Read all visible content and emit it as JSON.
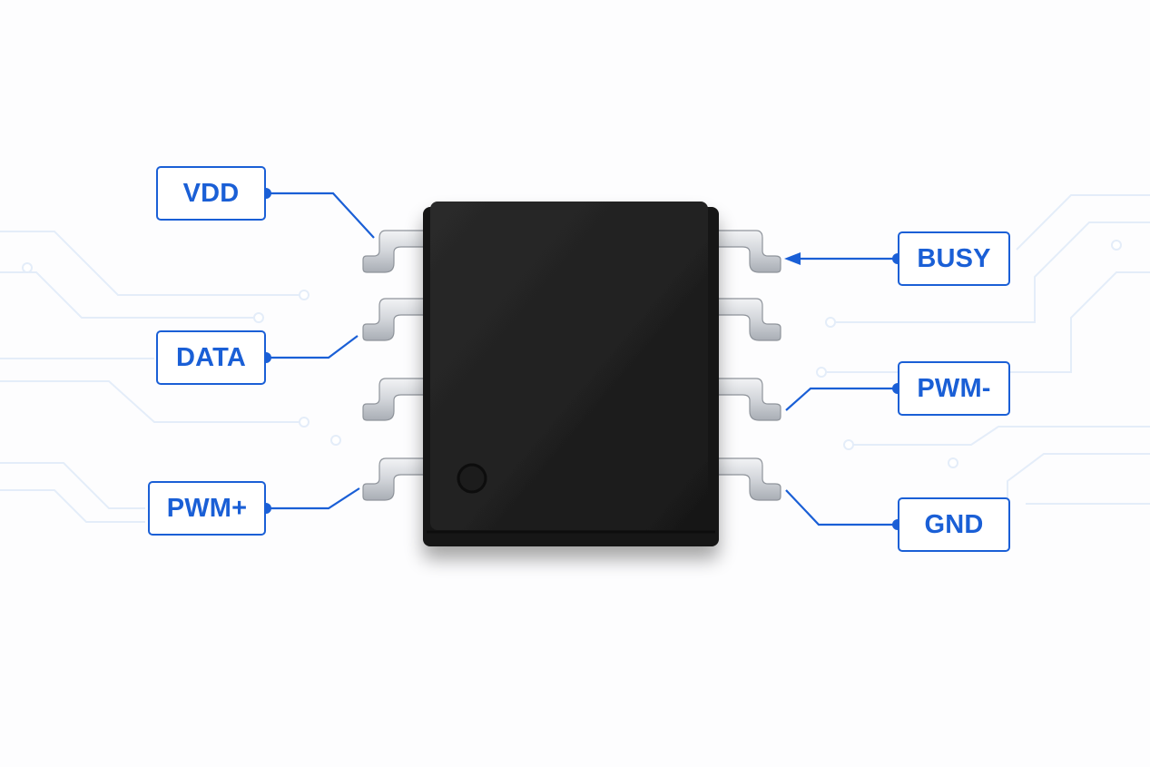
{
  "component": {
    "package": "SOIC-8",
    "body_color": "#1f1f1f",
    "lead_color": "#d4d7dc",
    "pin1_marker": "circle"
  },
  "pins": [
    {
      "label": "VDD",
      "side": "left",
      "lead": 1
    },
    {
      "label": "DATA",
      "side": "left",
      "lead": 2
    },
    {
      "label": "PWM+",
      "side": "left",
      "lead": 4
    },
    {
      "label": "BUSY",
      "side": "right",
      "lead": 1,
      "arrow": true
    },
    {
      "label": "PWM-",
      "side": "right",
      "lead": 3
    },
    {
      "label": "GND",
      "side": "right",
      "lead": 4
    }
  ],
  "colors": {
    "accent": "#1a5fd6",
    "background": "#fdfdfe",
    "trace": "#e4edf9"
  }
}
